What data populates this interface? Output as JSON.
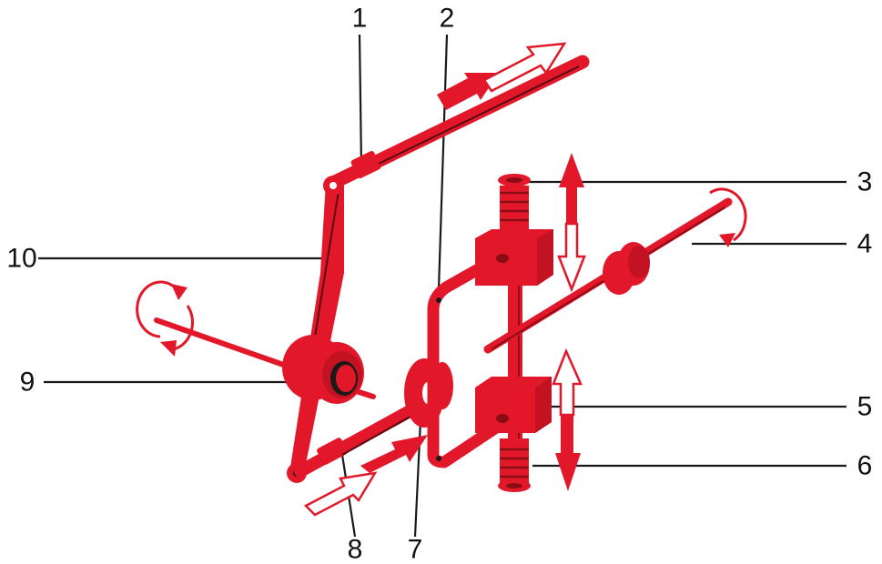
{
  "diagram": {
    "labels": {
      "l1": "1",
      "l2": "2",
      "l3": "3",
      "l4": "4",
      "l5": "5",
      "l6": "6",
      "l7": "7",
      "l8": "8",
      "l9": "9",
      "l10": "10"
    },
    "colors": {
      "mechanism": "#e2182a",
      "mechanism_dark": "#8c0c16",
      "leader_lines": "#1a1a1a",
      "background": "#ffffff"
    }
  }
}
